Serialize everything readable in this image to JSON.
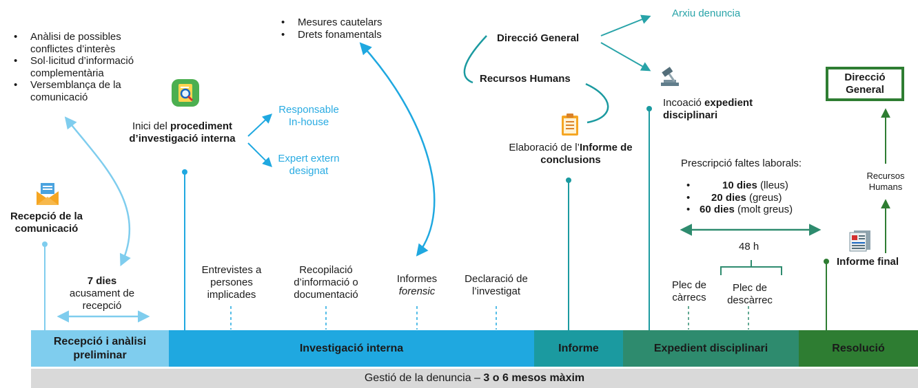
{
  "phases": [
    {
      "label": "Recepció i anàlisi preliminar",
      "color": "#7fcdee"
    },
    {
      "label": "Investigació interna",
      "color": "#1fa8e0"
    },
    {
      "label": "Informe",
      "color": "#1b9aa0"
    },
    {
      "label": "Expedient disciplinari",
      "color": "#2e8b6e"
    },
    {
      "label": "Resolució",
      "color": "#2e7d32"
    }
  ],
  "footer": {
    "prefix": "Gestió de la denuncia – ",
    "bold": "3 o 6 mesos màxim",
    "color": "#d9d9d9"
  },
  "analysis_bullets": [
    "Anàlisi de possibles conflictes d’interès",
    "Sol·licitud d’informació complementària",
    "Versemblança de la comunicació"
  ],
  "reception": {
    "title": "Recepció de la comunicació"
  },
  "seven_days": {
    "bold": "7 dies",
    "text": "acusament de recepció"
  },
  "investigation_start": {
    "prefix": "Inici del ",
    "bold": "procediment d’investigació interna"
  },
  "responsible": [
    "Responsable In-house",
    "Expert extern designat"
  ],
  "measures": [
    "Mesures cautelars",
    "Drets fonamentals"
  ],
  "activities": [
    "Entrevistes a persones implicades",
    "Recopilació d’informació o documentació",
    "Informes",
    "forensic",
    "Declaració de l’investigat"
  ],
  "hierarchy": {
    "dg": "Direcció General",
    "rh": "Recursos Humans",
    "archive": "Arxiu denuncia"
  },
  "report": {
    "prefix": "Elaboració de l’",
    "bold": "Informe de conclusions"
  },
  "disciplinary": {
    "prefix": "Incoació ",
    "bold": "expedient disciplinari"
  },
  "prescription": {
    "title": "Prescripció faltes laborals:",
    "items": [
      {
        "bold": "10 dies",
        "text": " (lleus)"
      },
      {
        "bold": "20 dies",
        "text": " (greus)"
      },
      {
        "bold": "60 dies",
        "text": " (molt greus)"
      }
    ]
  },
  "plec": {
    "hours": "48 h",
    "charges": "Plec de càrrecs",
    "discharge": "Plec de descàrrec"
  },
  "resolution": {
    "dg": "Direcció General",
    "rh": "Recursos Humans",
    "final": "Informe final"
  },
  "icons": [
    "envelope-icon",
    "search-document-icon",
    "clipboard-icon",
    "gavel-icon",
    "newspaper-icon"
  ]
}
